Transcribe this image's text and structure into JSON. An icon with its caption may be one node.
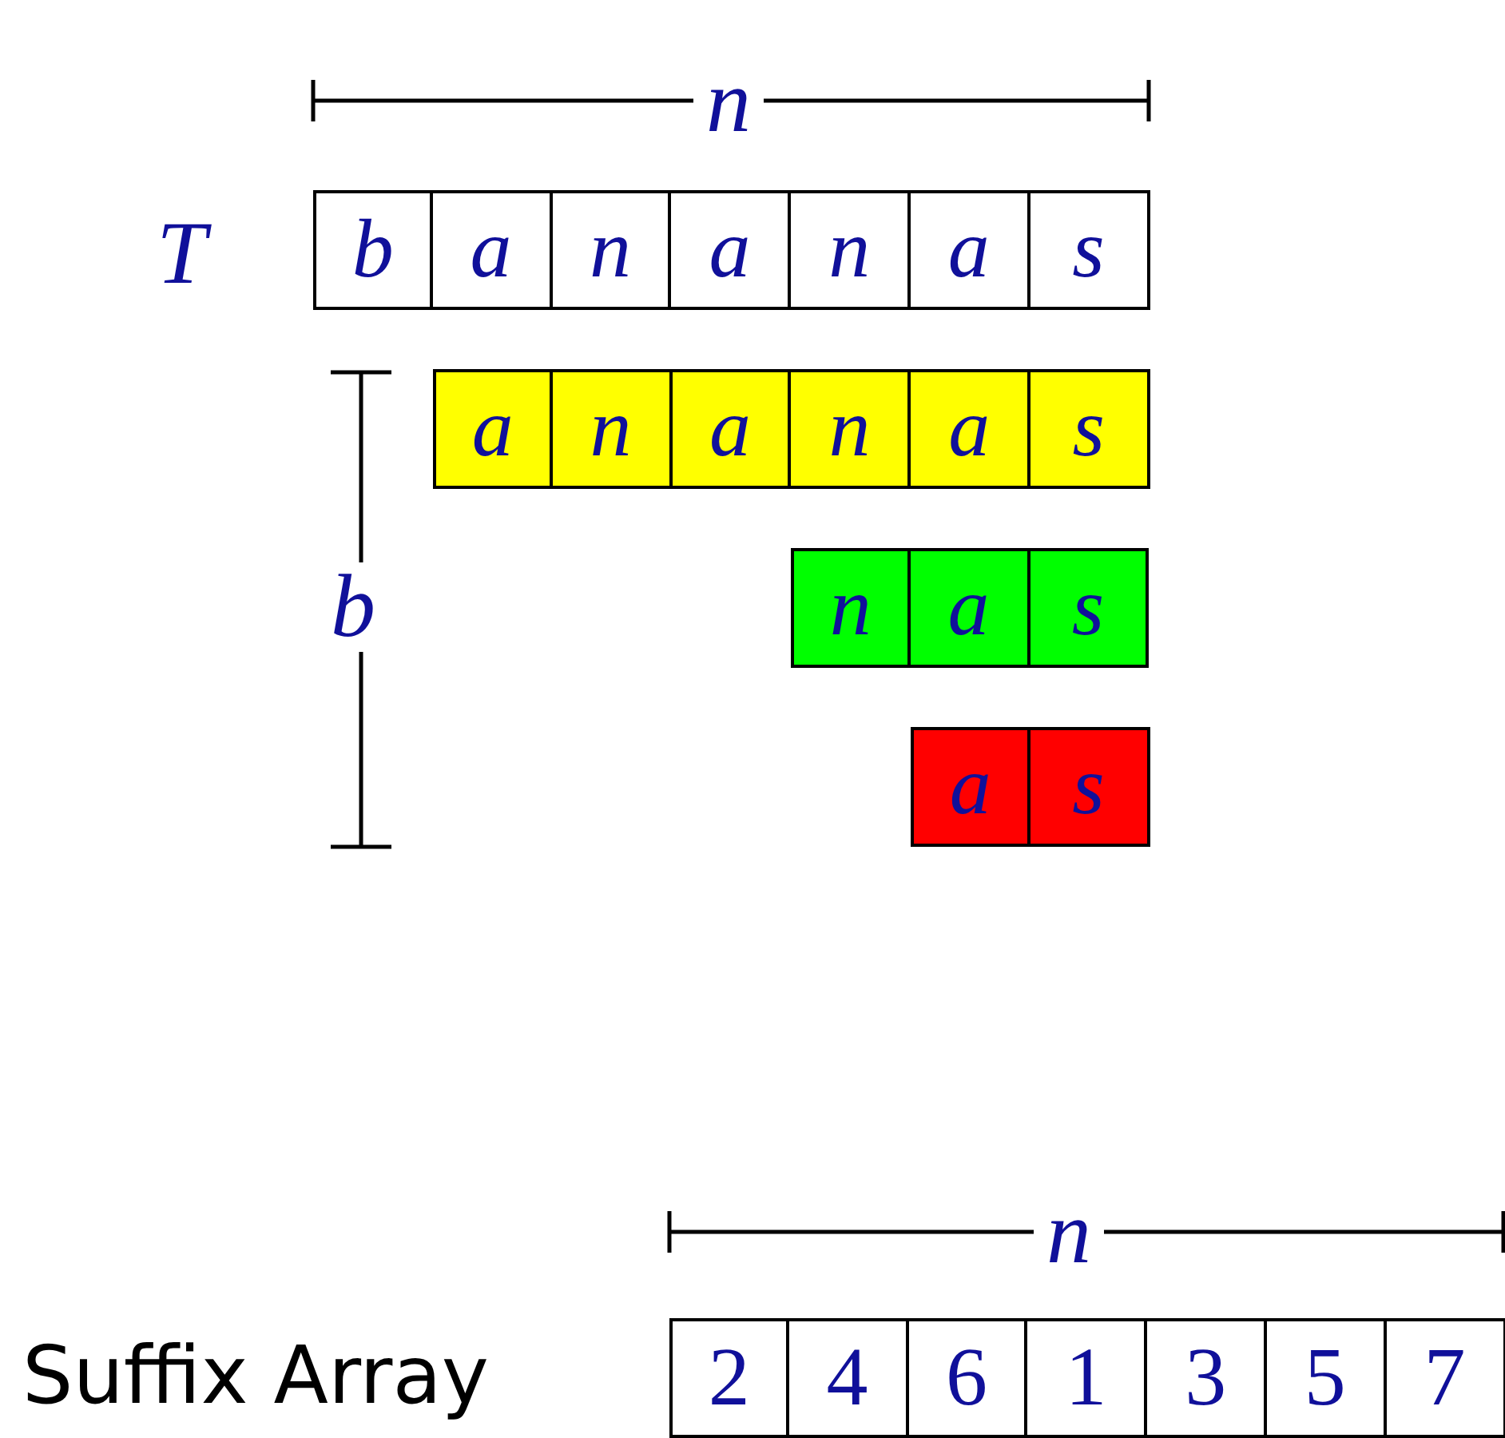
{
  "diagram": {
    "nodes": [
      {
        "text": [
          "b"
        ]
      },
      {
        "text": [
          "a"
        ]
      },
      {
        "text": [
          "n"
        ]
      },
      {
        "text": [
          "a"
        ]
      },
      {
        "text": [
          "n"
        ]
      },
      {
        "text": [
          "a"
        ]
      },
      {
        "text": [
          "s"
        ]
      },
      {
        "text": [
          "a"
        ]
      },
      {
        "text": [
          "n"
        ]
      },
      {
        "text": [
          "a"
        ]
      },
      {
        "text": [
          "n"
        ]
      },
      {
        "text": [
          "a"
        ]
      },
      {
        "text": [
          "s"
        ]
      },
      {
        "text": [
          "n"
        ]
      },
      {
        "text": [
          "a"
        ]
      },
      {
        "text": [
          "s"
        ]
      },
      {
        "text": [
          "a"
        ]
      },
      {
        "text": [
          "s"
        ]
      },
      {
        "text": [
          "2"
        ]
      },
      {
        "text": [
          "4"
        ]
      },
      {
        "text": [
          "6"
        ]
      },
      {
        "text": [
          "1"
        ]
      },
      {
        "text": [
          "3"
        ]
      },
      {
        "text": [
          "5"
        ]
      },
      {
        "text": [
          "7"
        ]
      }
    ],
    "edges": [],
    "labels": [
      "n",
      "T",
      "b",
      "n",
      "Suffix Array"
    ]
  }
}
